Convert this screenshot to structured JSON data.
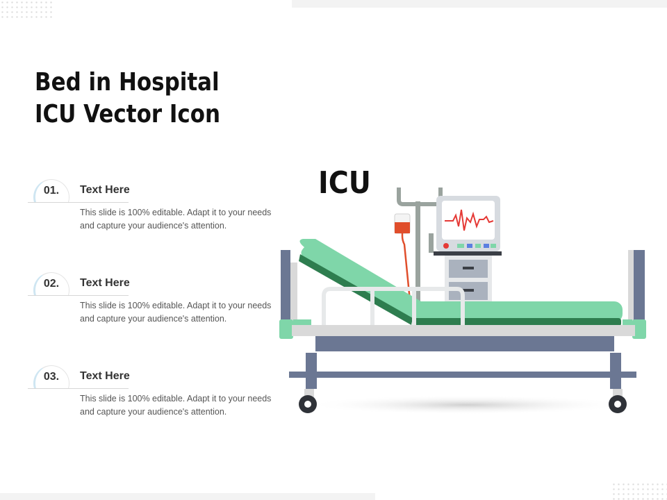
{
  "slide": {
    "title_lines": [
      "Bed in Hospital",
      "ICU Vector Icon"
    ],
    "items": [
      {
        "number": "01.",
        "heading": "Text Here",
        "body": "This slide is 100% editable. Adapt it to your needs and capture your audience's attention."
      },
      {
        "number": "02.",
        "heading": "Text Here",
        "body": "This slide is 100% editable. Adapt it to your needs and capture your audience's attention."
      },
      {
        "number": "03.",
        "heading": "Text Here",
        "body": "This slide is 100% editable. Adapt it to your needs and capture your audience's attention."
      }
    ],
    "illustration_label": "ICU"
  },
  "colors": {
    "mattress": "#7fd6a9",
    "mattress_dark": "#2e7d4f",
    "frame": "#6b7793",
    "frame_light": "#d9d9d9",
    "monitor_line": "#e53935",
    "iv_bag": "#e04e2b"
  },
  "icons": [
    "hospital-bed-icon",
    "ecg-monitor-icon",
    "iv-drip-icon"
  ]
}
